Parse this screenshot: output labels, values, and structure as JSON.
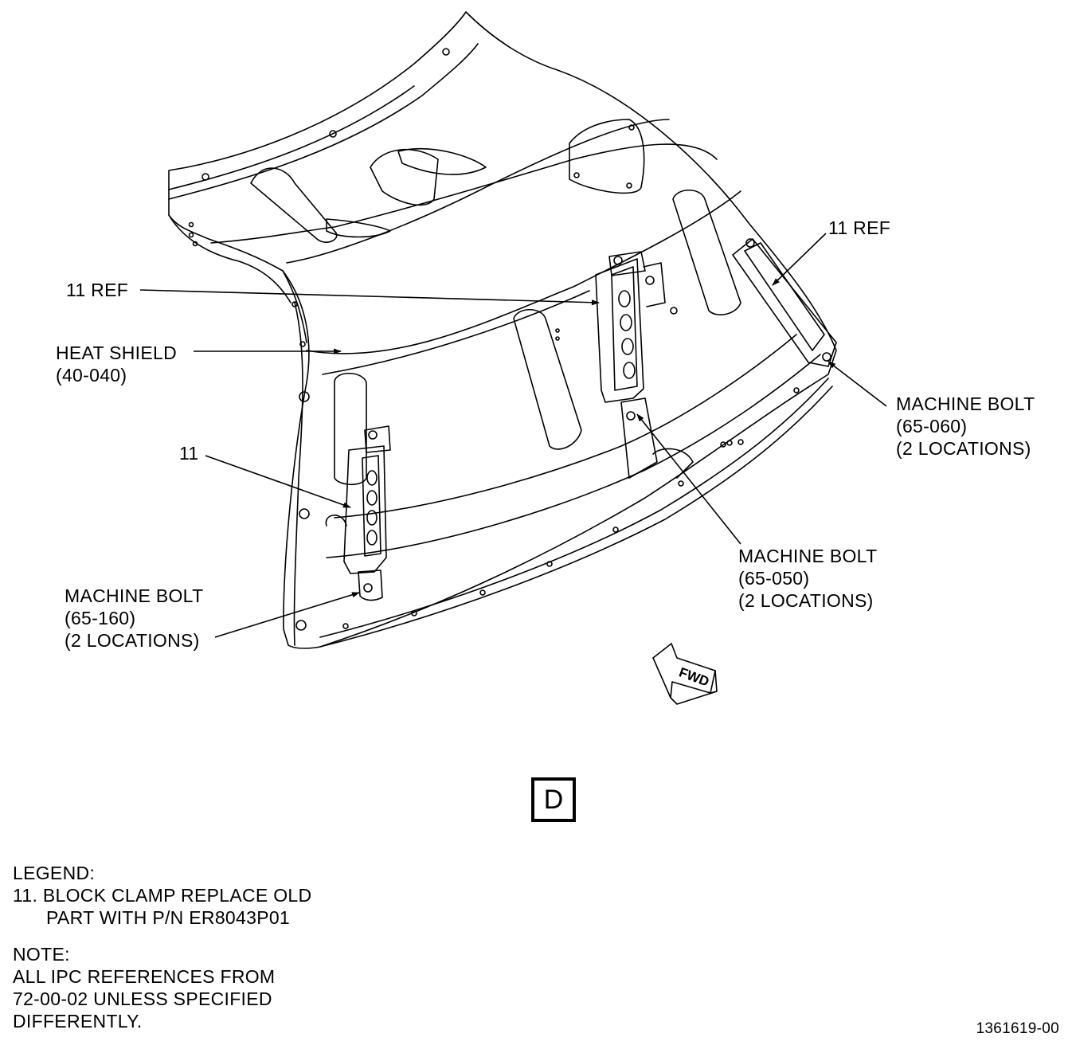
{
  "callouts": {
    "ref_left": "11 REF",
    "ref_right": "11 REF",
    "heat_shield": [
      "HEAT SHIELD",
      "(40-040)"
    ],
    "block_clamp": "11",
    "bolt_160": [
      "MACHINE BOLT",
      "(65-160)",
      "(2 LOCATIONS)"
    ],
    "bolt_050": [
      "MACHINE BOLT",
      "(65-050)",
      "(2 LOCATIONS)"
    ],
    "bolt_060": [
      "MACHINE BOLT",
      "(65-060)",
      "(2 LOCATIONS)"
    ]
  },
  "fwd_arrow": "FWD",
  "view_letter": "D",
  "legend": {
    "title": "LEGEND:",
    "item_line1": "11. BLOCK CLAMP REPLACE OLD",
    "item_line2": "PART WITH P/N ER8043P01"
  },
  "note": {
    "title": "NOTE:",
    "lines": [
      "ALL IPC REFERENCES FROM",
      "72-00-02 UNLESS SPECIFIED",
      "DIFFERENTLY."
    ]
  },
  "figure_number": "1361619-00"
}
